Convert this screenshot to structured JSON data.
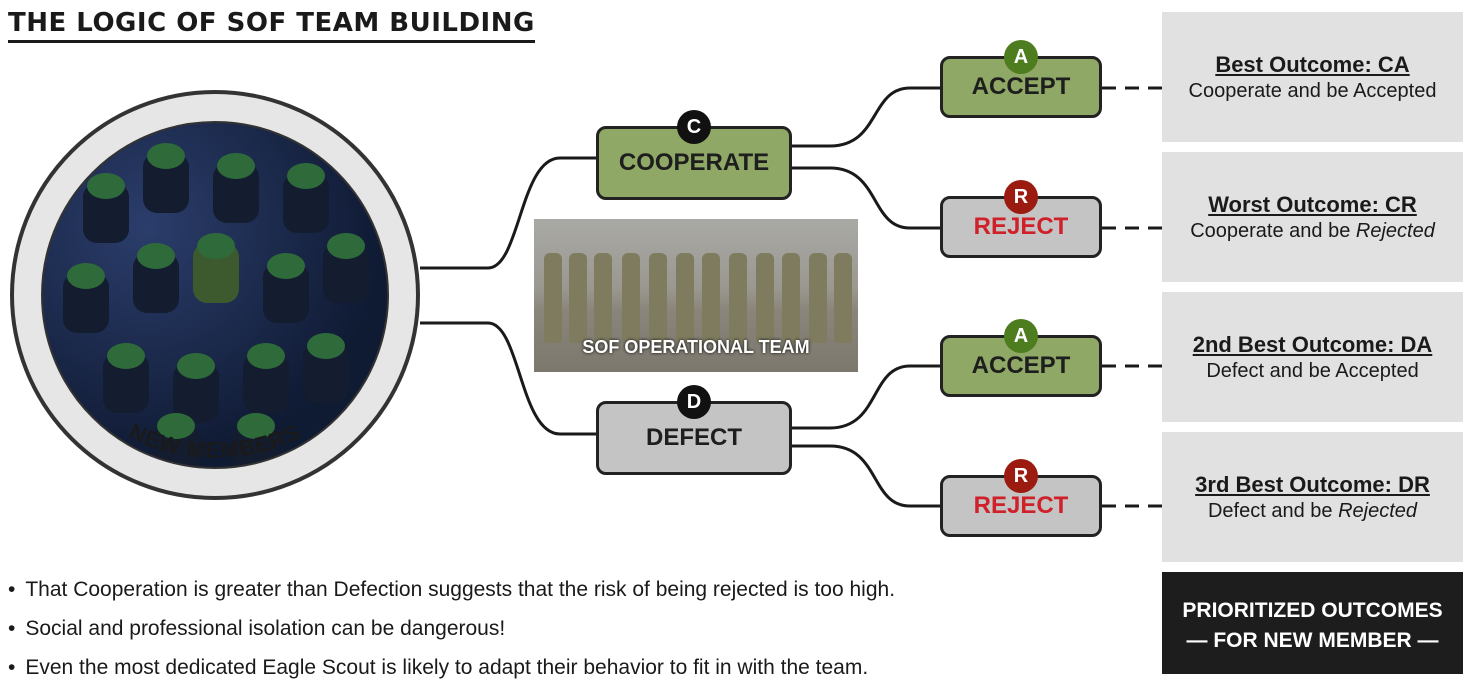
{
  "title": "THE LOGIC OF SOF TEAM BUILDING",
  "circle_label": "NEW MEMBERS",
  "photo_caption": "SOF OPERATIONAL TEAM",
  "choices": {
    "cooperate": {
      "badge": "C",
      "label": "COOPERATE"
    },
    "defect": {
      "badge": "D",
      "label": "DEFECT"
    }
  },
  "responses": [
    {
      "badge": "A",
      "label": "ACCEPT"
    },
    {
      "badge": "R",
      "label": "REJECT"
    },
    {
      "badge": "A",
      "label": "ACCEPT"
    },
    {
      "badge": "R",
      "label": "REJECT"
    }
  ],
  "outcomes": [
    {
      "heading": "Best Outcome: CA",
      "desc_plain": "Cooperate and be Accepted",
      "desc_italic": ""
    },
    {
      "heading": "Worst Outcome: CR",
      "desc_plain": "Cooperate and be ",
      "desc_italic": "Rejected"
    },
    {
      "heading": "2nd Best Outcome: DA",
      "desc_plain": "Defect and be Accepted",
      "desc_italic": ""
    },
    {
      "heading": "3rd Best Outcome: DR",
      "desc_plain": "Defect and be ",
      "desc_italic": "Rejected"
    }
  ],
  "prioritized": {
    "line1": "PRIORITIZED OUTCOMES",
    "line2": "— FOR NEW MEMBER —"
  },
  "bullets": [
    "That Cooperation is greater than Defection suggests that the risk of being rejected is too high.",
    "Social and professional isolation can be dangerous!",
    "Even the most dedicated Eagle Scout is likely to adapt their behavior to fit in with the team."
  ],
  "colors": {
    "accept_box": "#8fa865",
    "neutral_box": "#c4c4c4",
    "reject_text": "#d0202a",
    "badge_accept": "#4e7d1f",
    "badge_reject": "#9b1b10",
    "outcome_panel": "#e1e1e1"
  }
}
